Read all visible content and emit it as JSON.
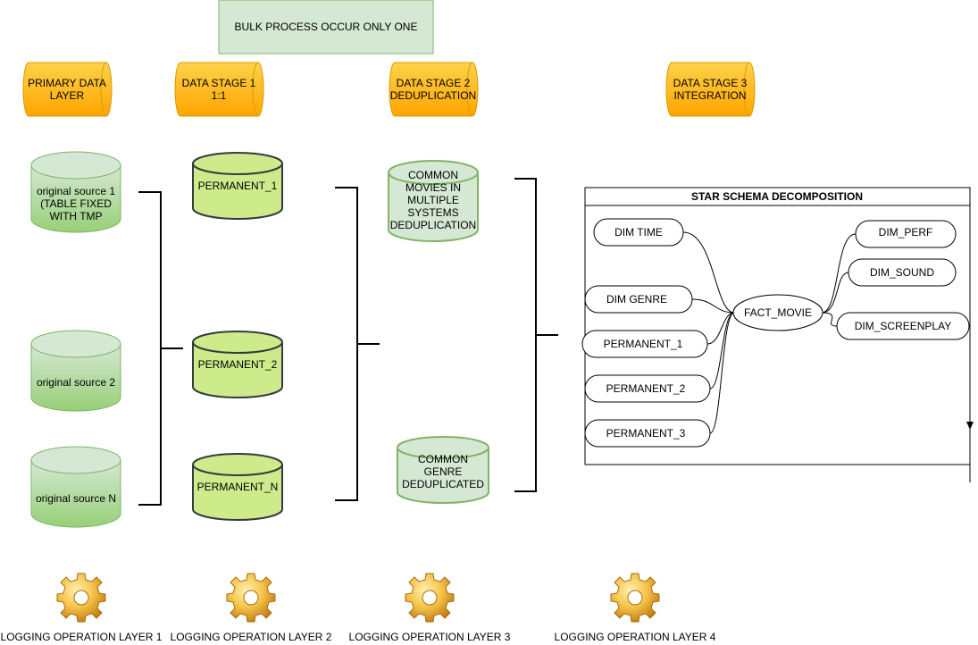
{
  "banner": {
    "label": "BULK PROCESS OCCUR ONLY ONE"
  },
  "stages": [
    {
      "line1": "PRIMARY DATA",
      "line2": "LAYER"
    },
    {
      "line1": "DATA STAGE 1",
      "line2": "1:1"
    },
    {
      "line1": "DATA STAGE 2",
      "line2": "DEDUPLICATION"
    },
    {
      "line1": "DATA STAGE 3",
      "line2": "INTEGRATION"
    }
  ],
  "sources": [
    {
      "lines": [
        "original source  1",
        "(TABLE FIXED",
        "WITH TMP"
      ]
    },
    {
      "lines": [
        "original source  2"
      ]
    },
    {
      "lines": [
        "original source  N"
      ]
    }
  ],
  "permanent": [
    "PERMANENT_1",
    "PERMANENT_2",
    "PERMANENT_N"
  ],
  "dedup": [
    {
      "lines": [
        "COMMON",
        "MOVIES IN",
        "MULTIPLE",
        "SYSTEMS",
        "DEDUPLICATION"
      ]
    },
    {
      "lines": [
        "COMMON",
        "GENRE",
        "DEDUPLICATED"
      ]
    }
  ],
  "star": {
    "title": "STAR SCHEMA DECOMPOSITION",
    "fact": "FACT_MOVIE",
    "left_nodes": [
      "DIM TIME",
      "DIM GENRE",
      "PERMANENT_1",
      "PERMANENT_2",
      "PERMANENT_3"
    ],
    "right_nodes": [
      "DIM_PERF",
      "DIM_SOUND",
      "DIM_SCREENPLAY"
    ]
  },
  "logging": [
    "LOGGING OPERATION LAYER 1",
    "LOGGING OPERATION LAYER 2",
    "LOGGING OPERATION LAYER 3",
    "LOGGING OPERATION LAYER 4"
  ],
  "colors": {
    "banner_fill": "#d5e8d4",
    "banner_stroke": "#82b366",
    "stage_fill": "#ffcd28",
    "stage_stroke": "#d79b00",
    "source_fill": "#a9d895",
    "source_stroke": "#82b366",
    "permanent_fill": "#cdeb8b",
    "permanent_stroke": "#36393d",
    "dedup_fill": "#d5e8d4",
    "dedup_stroke": "#82b366"
  }
}
